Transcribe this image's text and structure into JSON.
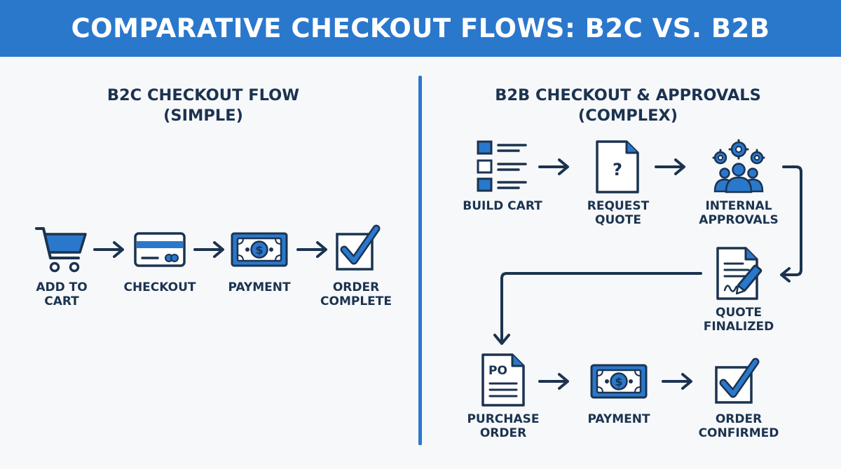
{
  "banner": {
    "title": "COMPARATIVE CHECKOUT FLOWS: B2C VS. B2B"
  },
  "b2c": {
    "title_line1": "B2C CHECKOUT FLOW",
    "title_line2": "(SIMPLE)",
    "steps": [
      {
        "line1": "ADD TO",
        "line2": "CART",
        "icon": "shopping-cart-icon"
      },
      {
        "line1": "CHECKOUT",
        "line2": "",
        "icon": "credit-card-icon"
      },
      {
        "line1": "PAYMENT",
        "line2": "",
        "icon": "banknote-icon"
      },
      {
        "line1": "ORDER",
        "line2": "COMPLETE",
        "icon": "checkbox-check-icon"
      }
    ]
  },
  "b2b": {
    "title_line1": "B2B CHECKOUT & APPROVALS",
    "title_line2": "(COMPLEX)",
    "steps": [
      {
        "line1": "BUILD CART",
        "line2": "",
        "icon": "list-icon"
      },
      {
        "line1": "REQUEST",
        "line2": "QUOTE",
        "icon": "question-document-icon",
        "glyph": "?"
      },
      {
        "line1": "INTERNAL",
        "line2": "APPROVALS",
        "icon": "team-gears-icon"
      },
      {
        "line1": "QUOTE",
        "line2": "FINALIZED",
        "icon": "signed-document-icon"
      },
      {
        "line1": "PURCHASE",
        "line2": "ORDER",
        "icon": "po-document-icon",
        "glyph": "PO"
      },
      {
        "line1": "PAYMENT",
        "line2": "",
        "icon": "banknote-icon"
      },
      {
        "line1": "ORDER",
        "line2": "CONFIRMED",
        "icon": "checkbox-check-icon"
      }
    ]
  },
  "colors": {
    "accent": "#2a78cc",
    "navy": "#1b3350",
    "background": "#f7f8fa"
  }
}
